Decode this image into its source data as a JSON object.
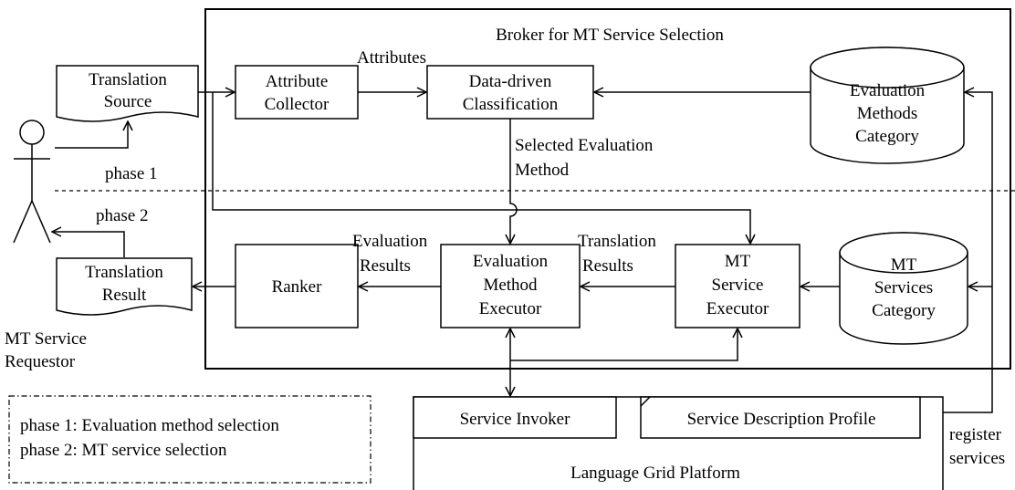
{
  "broker": {
    "title": "Broker for MT Service Selection"
  },
  "translation_source": {
    "line1": "Translation",
    "line2": "Source"
  },
  "attribute_collector": {
    "line1": "Attribute",
    "line2": "Collector"
  },
  "attributes_label": "Attributes",
  "data_driven_classification": {
    "line1": "Data-driven",
    "line2": "Classification"
  },
  "evaluation_methods_category": {
    "line1": "Evaluation",
    "line2": "Methods",
    "line3": "Category"
  },
  "selected_evaluation_method": {
    "line1": "Selected Evaluation",
    "line2": "Method"
  },
  "phase_1_label": "phase 1",
  "phase_2_label": "phase 2",
  "translation_result": {
    "line1": "Translation",
    "line2": "Result"
  },
  "ranker": "Ranker",
  "evaluation_results": {
    "line1": "Evaluation",
    "line2": "Results"
  },
  "evaluation_method_executor": {
    "line1": "Evaluation",
    "line2": "Method",
    "line3": "Executor"
  },
  "translation_results": {
    "line1": "Translation",
    "line2": "Results"
  },
  "mt_service_executor": {
    "line1": "MT",
    "line2": "Service",
    "line3": "Executor"
  },
  "mt_services_category": {
    "line1": "MT",
    "line2": "Services",
    "line3": "Category"
  },
  "requestor": {
    "line1": "MT Service",
    "line2": "Requestor"
  },
  "legend": {
    "line1": "phase 1: Evaluation method selection",
    "line2": "phase 2: MT service selection"
  },
  "service_invoker": "Service Invoker",
  "service_description_profile": "Service Description Profile",
  "language_grid_platform": "Language Grid Platform",
  "register_services": {
    "line1": "register",
    "line2": "services"
  }
}
